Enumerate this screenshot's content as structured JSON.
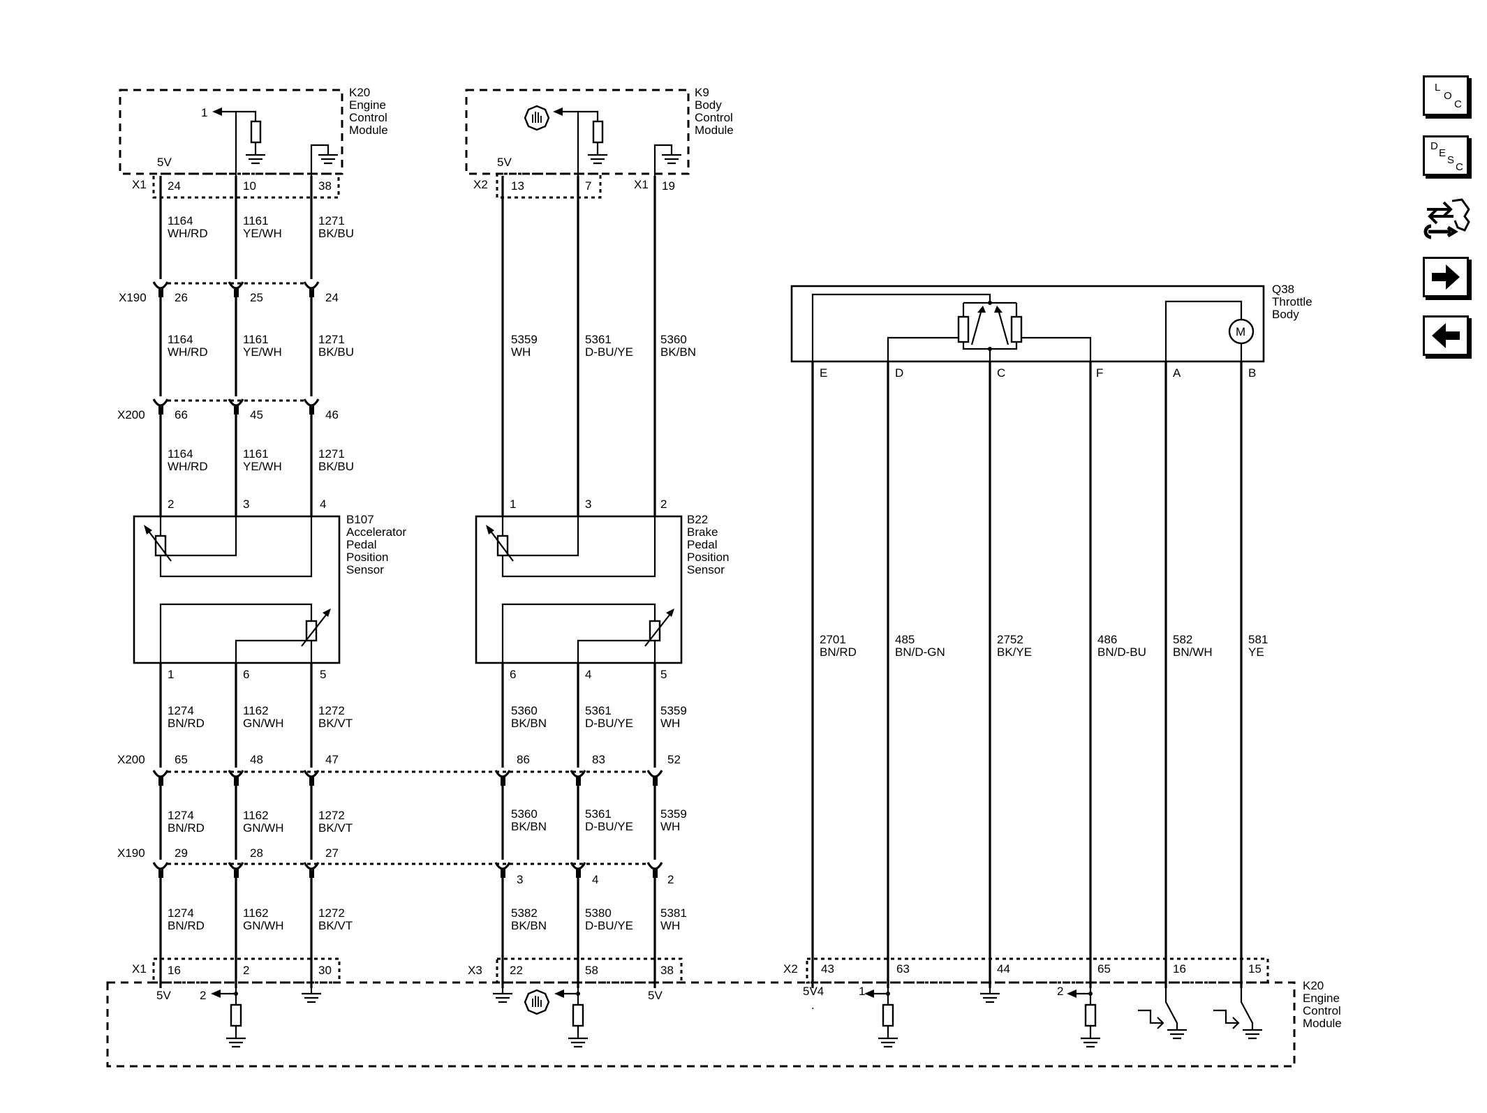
{
  "modules": {
    "k20_top": [
      "K20",
      "Engine",
      "Control",
      "Module"
    ],
    "k9_top": [
      "K9",
      "Body",
      "Control",
      "Module"
    ],
    "k20_bottom": [
      "K20",
      "Engine",
      "Control",
      "Module"
    ],
    "q38": [
      "Q38",
      "Throttle",
      "Body"
    ],
    "b107": [
      "B107",
      "Accelerator",
      "Pedal",
      "Position",
      "Sensor"
    ],
    "b22": [
      "B22",
      "Brake",
      "Pedal",
      "Position",
      "Sensor"
    ]
  },
  "connectors": {
    "x1": "X1",
    "x2": "X2",
    "x3": "X3",
    "x190": "X190",
    "x200": "X200"
  },
  "pins": {
    "k20_top": [
      "24",
      "10",
      "38"
    ],
    "k9_top": [
      "13",
      "7",
      "19"
    ],
    "x190_top": [
      "26",
      "25",
      "24"
    ],
    "x200_top": [
      "66",
      "45",
      "46"
    ],
    "b107_top": [
      "2",
      "3",
      "4"
    ],
    "b22_top": [
      "1",
      "3",
      "2"
    ],
    "b107_bottom": [
      "1",
      "6",
      "5"
    ],
    "b22_bottom": [
      "6",
      "4",
      "5"
    ],
    "x200_bottom": [
      "65",
      "48",
      "47",
      "86",
      "83",
      "52"
    ],
    "x190_bottom": [
      "29",
      "28",
      "27",
      "3",
      "4",
      "2"
    ],
    "k20_x1_bottom": [
      "16",
      "2",
      "30"
    ],
    "k20_x3_bottom": [
      "22",
      "58",
      "38"
    ],
    "k20_x2_bottom": [
      "43",
      "63",
      "44",
      "65",
      "16",
      "15"
    ],
    "q38": [
      "E",
      "D",
      "C",
      "F",
      "A",
      "B"
    ],
    "k20_top_internal": "1",
    "k20_bottom_internal": [
      "2",
      "1",
      "2"
    ]
  },
  "voltage": {
    "five_v": "5V",
    "five_v4": "5V4",
    "dot": "."
  },
  "wires": {
    "k20_to_x190": [
      [
        "1164",
        "WH/RD"
      ],
      [
        "1161",
        "YE/WH"
      ],
      [
        "1271",
        "BK/BU"
      ]
    ],
    "x190_to_x200": [
      [
        "1164",
        "WH/RD"
      ],
      [
        "1161",
        "YE/WH"
      ],
      [
        "1271",
        "BK/BU"
      ]
    ],
    "x200_to_b107": [
      [
        "1164",
        "WH/RD"
      ],
      [
        "1161",
        "YE/WH"
      ],
      [
        "1271",
        "BK/BU"
      ]
    ],
    "k9_to_b22": [
      [
        "5359",
        "WH"
      ],
      [
        "5361",
        "D-BU/YE"
      ],
      [
        "5360",
        "BK/BN"
      ]
    ],
    "b107_to_x200": [
      [
        "1274",
        "BN/RD"
      ],
      [
        "1162",
        "GN/WH"
      ],
      [
        "1272",
        "BK/VT"
      ]
    ],
    "b22_to_x200": [
      [
        "5360",
        "BK/BN"
      ],
      [
        "5361",
        "D-BU/YE"
      ],
      [
        "5359",
        "WH"
      ]
    ],
    "x200_to_x190_left": [
      [
        "1274",
        "BN/RD"
      ],
      [
        "1162",
        "GN/WH"
      ],
      [
        "1272",
        "BK/VT"
      ]
    ],
    "x200_to_x190_right": [
      [
        "5360",
        "BK/BN"
      ],
      [
        "5361",
        "D-BU/YE"
      ],
      [
        "5359",
        "WH"
      ]
    ],
    "x190_to_k20_left": [
      [
        "1274",
        "BN/RD"
      ],
      [
        "1162",
        "GN/WH"
      ],
      [
        "1272",
        "BK/VT"
      ]
    ],
    "x190_to_k20_right": [
      [
        "5382",
        "BK/BN"
      ],
      [
        "5380",
        "D-BU/YE"
      ],
      [
        "5381",
        "WH"
      ]
    ],
    "throttle": [
      [
        "2701",
        "BN/RD"
      ],
      [
        "485",
        "BN/D-GN"
      ],
      [
        "2752",
        "BK/YE"
      ],
      [
        "486",
        "BN/D-BU"
      ],
      [
        "582",
        "BN/WH"
      ],
      [
        "581",
        "YE"
      ]
    ]
  },
  "motor_label": "M",
  "nav_buttons": {
    "loc": [
      "L",
      "O",
      "C"
    ],
    "desc": [
      "D",
      "E",
      "S",
      "C"
    ]
  }
}
